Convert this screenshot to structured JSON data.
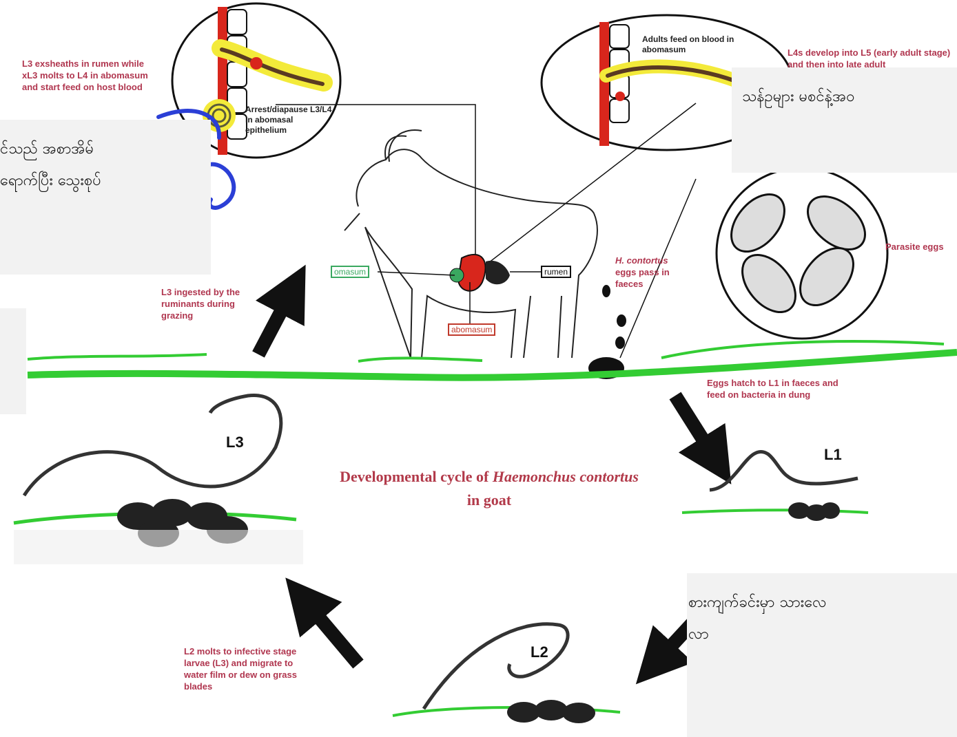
{
  "diagram": {
    "title_part1": "Developmental cycle of ",
    "title_italic": "Haemonchus contortus",
    "title_part2": "in goat",
    "labels": {
      "l3_exsheaths": "L3 exsheaths in rumen while xL3 molts to L4 in abomasum and start feed on host blood",
      "arrest": "Arrest/diapause L3/L4 in abomasal epithelium",
      "adults_feed": "Adults feed on blood in abomasum",
      "l4_develop": "L4s develop into L5 (early adult stage) and then into late adult",
      "parasite_eggs": "Parasite eggs",
      "h_contortus": "H. contortus",
      "eggs_pass": "eggs pass in faeces",
      "l3_ingested": "L3 ingested by the ruminants during grazing",
      "eggs_hatch": "Eggs hatch to L1 in faeces and feed on bacteria in dung",
      "l2_molts": "L2 molts to infective stage larvae (L3) and migrate to water film or dew on grass blades",
      "omasum": "omasum",
      "rumen": "rumen",
      "abomasum": "abomasum",
      "larva_l1": "L1",
      "larva_l2": "L2",
      "larva_l3": "L3"
    },
    "colors": {
      "label_red": "#b0364f",
      "grass": "#33cc33",
      "title": "#b23a4a",
      "overlay_bg": "#f2f2f2",
      "annotation_blue": "#2b3fd6"
    }
  },
  "overlays": {
    "top_left_line1": "င်သည် အစာအိမ်",
    "top_left_line2": "ရောက်ပြီး သွေးစုပ်",
    "top_right_line1": "သန်ဥများ မစင်နဲ့အဝ",
    "bottom_right_line1": "စားကျက်ခင်းမှာ သားလေ",
    "bottom_right_line2": "လာ"
  }
}
